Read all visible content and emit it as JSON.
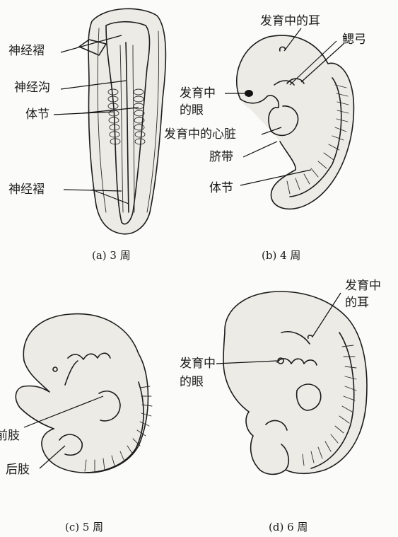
{
  "panels": [
    {
      "caption": "(a) 3 周",
      "labels": [
        "神经褶",
        "神经沟",
        "体节",
        "神经褶"
      ]
    },
    {
      "caption": "(b) 4 周",
      "labels": [
        "发育中的耳",
        "鳃弓",
        "发育中",
        "的眼",
        "发育中的心脏",
        "脐带",
        "体节"
      ]
    },
    {
      "caption": "(c) 5 周",
      "labels": [
        "前肢",
        "后肢"
      ]
    },
    {
      "caption": "(d) 6 周",
      "labels": [
        "发育中",
        "的耳",
        "发育中",
        "的眼"
      ]
    }
  ]
}
